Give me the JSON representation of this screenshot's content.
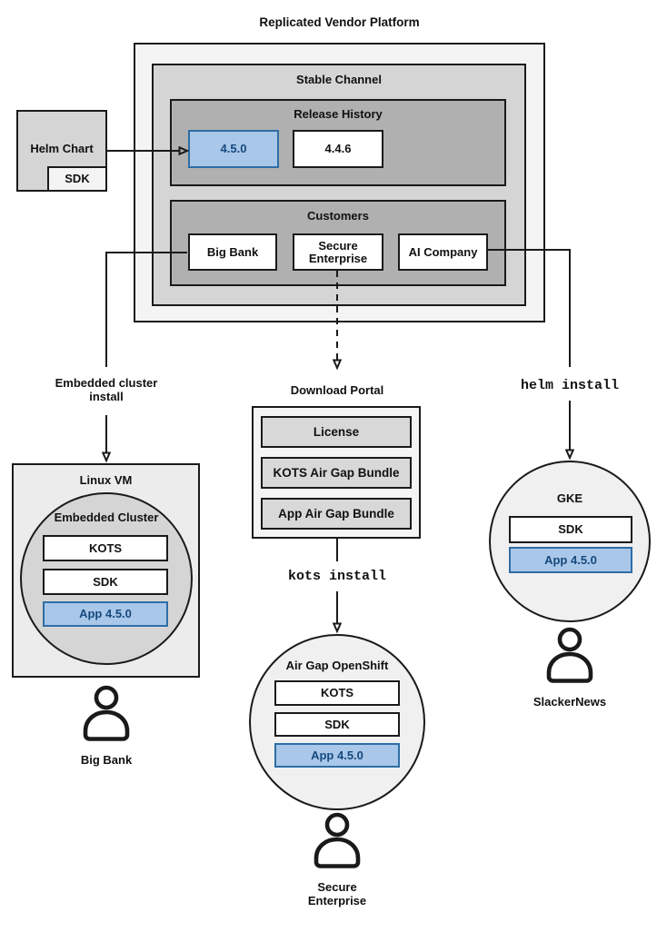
{
  "title": "Replicated Vendor Platform",
  "colors": {
    "platform_fill": "#f4f4f4",
    "channel_fill": "#d5d5d5",
    "section_fill": "#b0b0b0",
    "vm_fill": "#ececec",
    "circle_fill": "#f0f0f0",
    "portal_item_fill": "#d8d8d8",
    "highlight_fill": "#a9c7e9",
    "highlight_border": "#2e6da4",
    "highlight_text": "#15497e",
    "line_color": "#1a1a1a"
  },
  "platform": {
    "channel": {
      "label": "Stable Channel",
      "release_history": {
        "label": "Release History",
        "releases": [
          "4.5.0",
          "4.4.6"
        ]
      },
      "customers": {
        "label": "Customers",
        "items": [
          "Big Bank",
          "Secure Enterprise",
          "AI Company"
        ]
      }
    }
  },
  "helm_chart": {
    "label": "Helm Chart",
    "sdk_label": "SDK"
  },
  "left_flow": {
    "arrow_label": "Embedded cluster install",
    "vm_label": "Linux VM",
    "cluster_label": "Embedded Cluster",
    "components": [
      "KOTS",
      "SDK"
    ],
    "app_label": "App 4.5.0",
    "user_label": "Big Bank"
  },
  "middle_flow": {
    "portal_label": "Download Portal",
    "portal_items": [
      "License",
      "KOTS Air Gap Bundle",
      "App Air Gap Bundle"
    ],
    "command": "kots install",
    "cluster_label": "Air Gap OpenShift",
    "components": [
      "KOTS",
      "SDK"
    ],
    "app_label": "App 4.5.0",
    "user_label": "Secure Enterprise"
  },
  "right_flow": {
    "command": "helm install",
    "cluster_label": "GKE",
    "components": [
      "SDK"
    ],
    "app_label": "App 4.5.0",
    "user_label": "SlackerNews"
  }
}
